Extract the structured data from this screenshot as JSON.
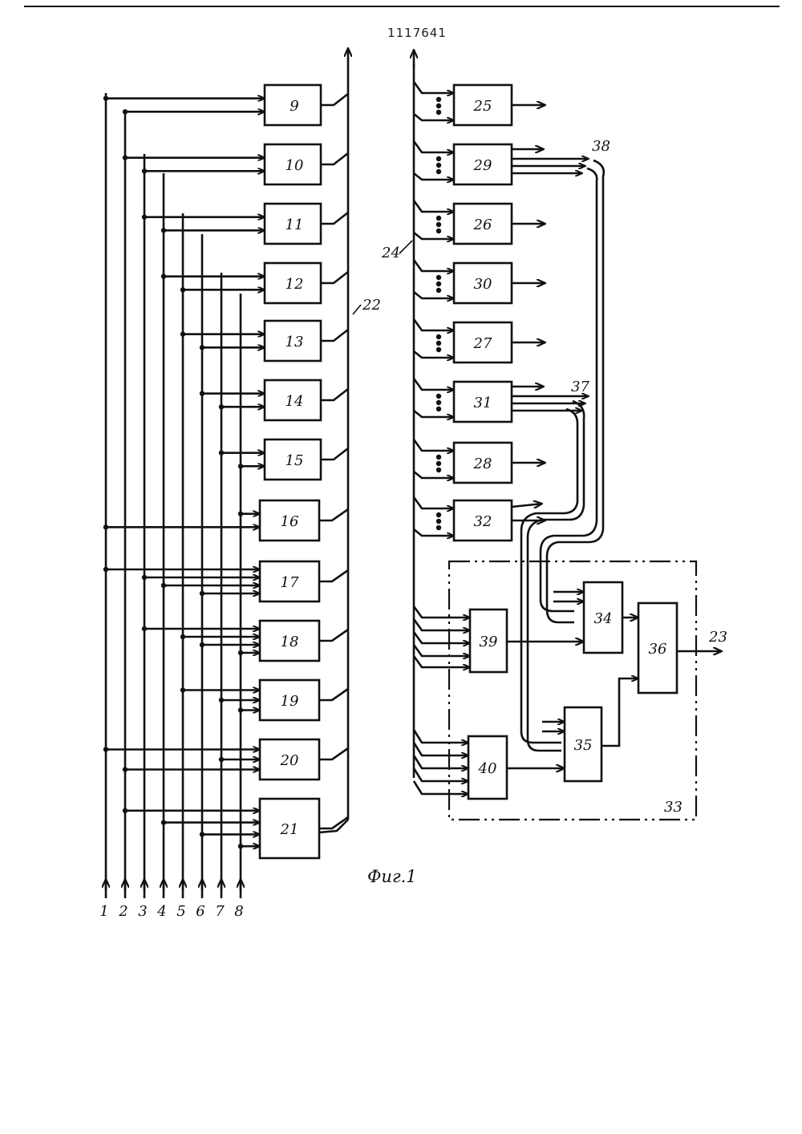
{
  "document": {
    "patent_number": "1117641",
    "figure_caption": "Фиг.1"
  },
  "inputs": [
    "1",
    "2",
    "3",
    "4",
    "5",
    "6",
    "7",
    "8"
  ],
  "left_blocks": [
    "9",
    "10",
    "11",
    "12",
    "13",
    "14",
    "15",
    "16",
    "17",
    "18",
    "19",
    "20",
    "21"
  ],
  "right_blocks": [
    "25",
    "29",
    "26",
    "30",
    "27",
    "31",
    "28",
    "32"
  ],
  "unit": {
    "label": "33",
    "blocks": [
      "34",
      "35",
      "36",
      "39",
      "40"
    ]
  },
  "bus_labels": {
    "left_bus": "22",
    "right_bus": "24",
    "output": "23",
    "group_a": "38",
    "group_b": "37"
  }
}
